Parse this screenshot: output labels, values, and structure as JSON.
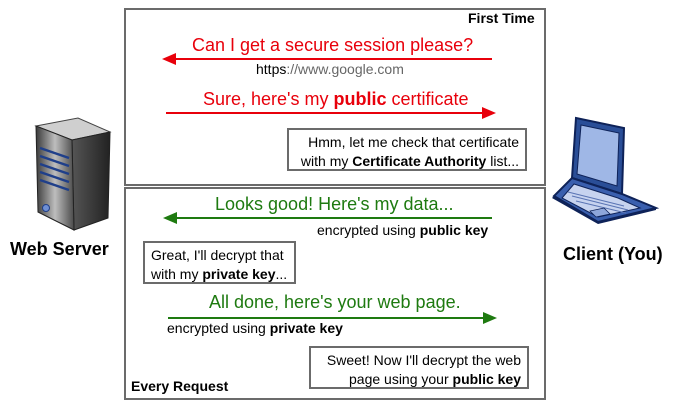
{
  "server": {
    "label": "Web Server",
    "icon": "server-icon"
  },
  "client": {
    "label": "Client (You)",
    "icon": "laptop-icon"
  },
  "first_time": {
    "title": "First Time",
    "request": {
      "text": "Can I get a secure session please?",
      "url_scheme": "https",
      "url_rest": "://www.google.com"
    },
    "response": {
      "before": "Sure, here's my ",
      "bold": "public",
      "after": " certificate"
    },
    "note": {
      "line1": "Hmm, let me check that certificate",
      "line2_before": "with my ",
      "line2_bold": "Certificate Authority",
      "line2_after": " list..."
    }
  },
  "every_request": {
    "title": "Every Request",
    "message1": {
      "text": "Looks good! Here's my data...",
      "sub_before": "encrypted using ",
      "sub_bold": "public key"
    },
    "server_note": {
      "line1": "Great, I'll decrypt that",
      "line2_before": "with my ",
      "line2_bold": "private key",
      "line2_after": "..."
    },
    "message2": {
      "text": "All done, here's your web page.",
      "sub_before": "encrypted using ",
      "sub_bold": "private key"
    },
    "client_note": {
      "line1": "Sweet! Now I'll decrypt the web",
      "line2_before": "page using your ",
      "line2_bold": "public key"
    }
  },
  "colors": {
    "request": "#e8000b",
    "encrypted": "#1e7a10",
    "border": "#6b6b6b"
  }
}
